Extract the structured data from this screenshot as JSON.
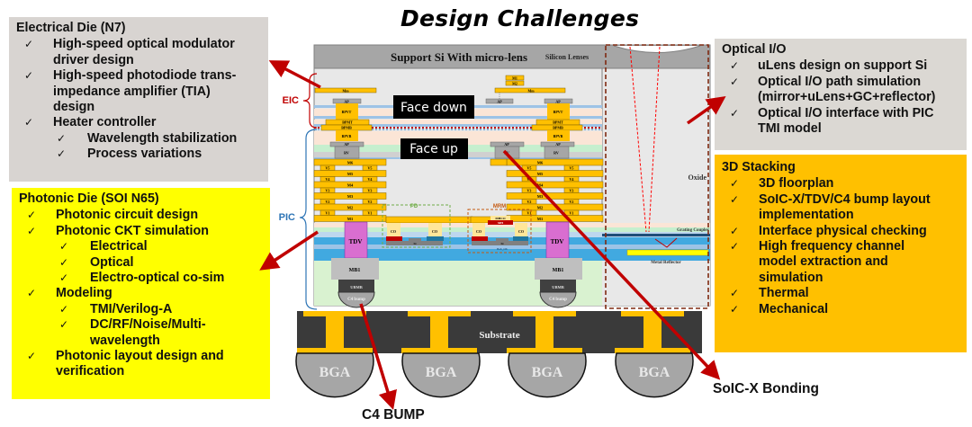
{
  "title": "Design Challenges",
  "electrical_die": {
    "heading": "Electrical Die (N7)",
    "items": [
      {
        "text": "High-speed optical modulator driver design",
        "lines": [
          "High-speed optical modulator",
          "driver design"
        ]
      },
      {
        "text": "High-speed photodiode trans-impedance amplifier (TIA) design",
        "lines": [
          "High-speed photodiode trans-",
          "impedance amplifier (TIA)",
          "design"
        ]
      },
      {
        "text": "Heater controller",
        "lines": [
          "Heater controller"
        ],
        "subitems": [
          "Wavelength stabilization",
          "Process variations"
        ]
      }
    ]
  },
  "photonic_die": {
    "heading": "Photonic Die (SOI N65)",
    "items": [
      {
        "lines": [
          "Photonic circuit design"
        ]
      },
      {
        "lines": [
          "Photonic CKT simulation"
        ],
        "subitems": [
          [
            "Electrical"
          ],
          [
            "Optical"
          ],
          [
            "Electro-optical co-sim"
          ]
        ]
      },
      {
        "lines": [
          "Modeling"
        ],
        "subitems": [
          [
            "TMI/Verilog-A"
          ],
          [
            "DC/RF/Noise/Multi-",
            "wavelength"
          ]
        ]
      },
      {
        "lines": [
          "Photonic layout design and",
          "verification"
        ]
      }
    ]
  },
  "optical_io": {
    "heading": "Optical I/O",
    "items": [
      {
        "lines": [
          "uLens design on support Si"
        ]
      },
      {
        "lines": [
          "Optical I/O path simulation",
          "(mirror+uLens+GC+reflector)"
        ]
      },
      {
        "lines": [
          "Optical I/O interface with PIC",
          "TMI model"
        ]
      }
    ]
  },
  "stacking_3d": {
    "heading": "3D Stacking",
    "items": [
      {
        "lines": [
          "3D floorplan"
        ]
      },
      {
        "lines": [
          "SoIC-X/TDV/C4 bump layout",
          "implementation"
        ]
      },
      {
        "lines": [
          "Interface physical checking"
        ]
      },
      {
        "lines": [
          "High frequency channel",
          "model extraction and",
          "simulation"
        ]
      },
      {
        "lines": [
          "Thermal"
        ]
      },
      {
        "lines": [
          "Mechanical"
        ]
      }
    ]
  },
  "check_glyph": "✓",
  "callouts": {
    "c4_bump": "C4 BUMP",
    "soic_bonding": "SoIC-X Bonding"
  },
  "diagram": {
    "eic_label": "EIC",
    "pic_label": "PIC",
    "support_si": "Support Si With micro-lens",
    "silicon_lenses": "Silicon Lenses",
    "face_down": "Face down",
    "face_up": "Face up",
    "oxide": "Oxide",
    "grating_coupler": "Grating Coupler",
    "metal_reflector": "Metal Reflector",
    "substrate": "Substrate",
    "bga": "BGA",
    "tdv": "TDV",
    "mb1": "MB1",
    "ubmb": "UBMB",
    "c4_bump": "C4 bump",
    "pd": "PD",
    "mrm": "MRM",
    "co": "CO",
    "si": "Si",
    "mhco": "MHCO",
    "mh": "MH",
    "box_ox": "BoX_OX",
    "mm": "Mm",
    "m1": "M1",
    "m2": "M2",
    "ap": "AP",
    "rv": "RV",
    "bpvt": "BPVT",
    "bpmt": "BPMT",
    "bpmb": "BPMB",
    "bpvb": "BPVB",
    "metal_layers": [
      "M6",
      "M5",
      "M4",
      "M3",
      "M2",
      "M1"
    ],
    "via_layers": [
      "V5",
      "V4",
      "V3",
      "V2",
      "V1"
    ]
  },
  "colors": {
    "metal": "#ffc000",
    "arrow": "#c00000",
    "eic_brace": "#c00000",
    "pic_brace": "#2e75b6",
    "oxide_blue": "#41a9e0",
    "tdv": "#d96ed0",
    "substrate": "#3a3a3a",
    "bga": "#a6a6a6"
  }
}
